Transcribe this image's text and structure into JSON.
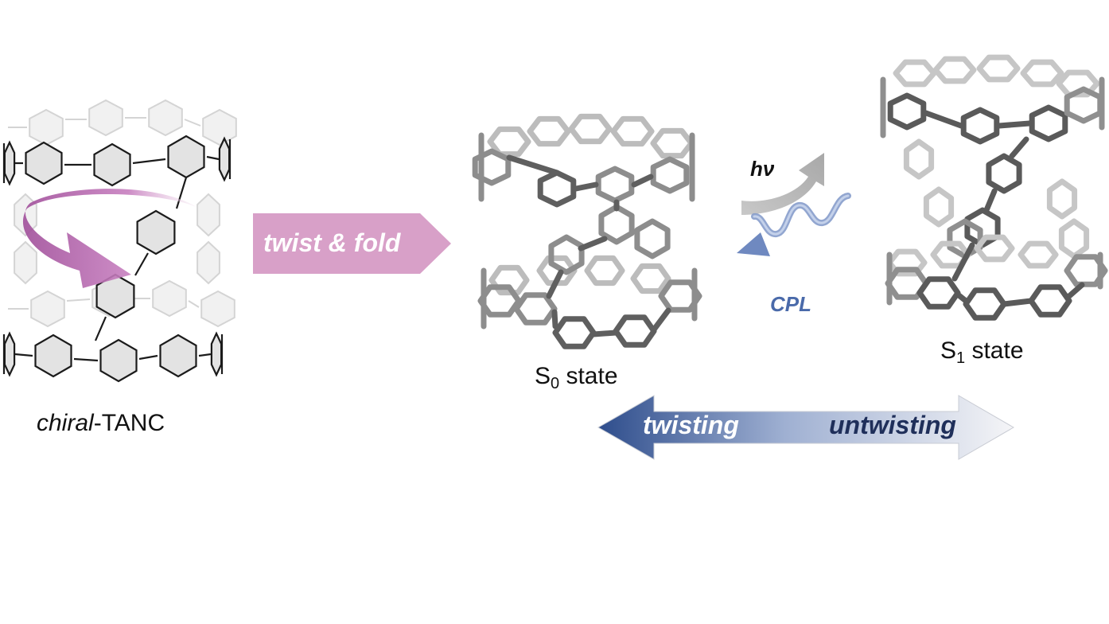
{
  "labels": {
    "molecule": {
      "italic": "chiral",
      "rest": "-TANC"
    },
    "process_arrow": "twist & fold",
    "hv": "hν",
    "cpl": "CPL",
    "s0": {
      "main": "S",
      "sub": "0",
      "rest": " state"
    },
    "s1": {
      "main": "S",
      "sub": "1",
      "rest": " state"
    },
    "twisting": "twisting",
    "untwisting": "untwisting"
  },
  "colors": {
    "pink_arrow": "#d8a0c8",
    "curl_arrow": "#b060a8",
    "dark_blue": "#2e4d8c",
    "cpl_text": "#4a6aaa",
    "hv_arrow": "#bdbdbd",
    "stick_dark": "#5e5e5e",
    "stick_light": "#b8b8b8",
    "hexagon_fill": "#e6e6e6"
  }
}
